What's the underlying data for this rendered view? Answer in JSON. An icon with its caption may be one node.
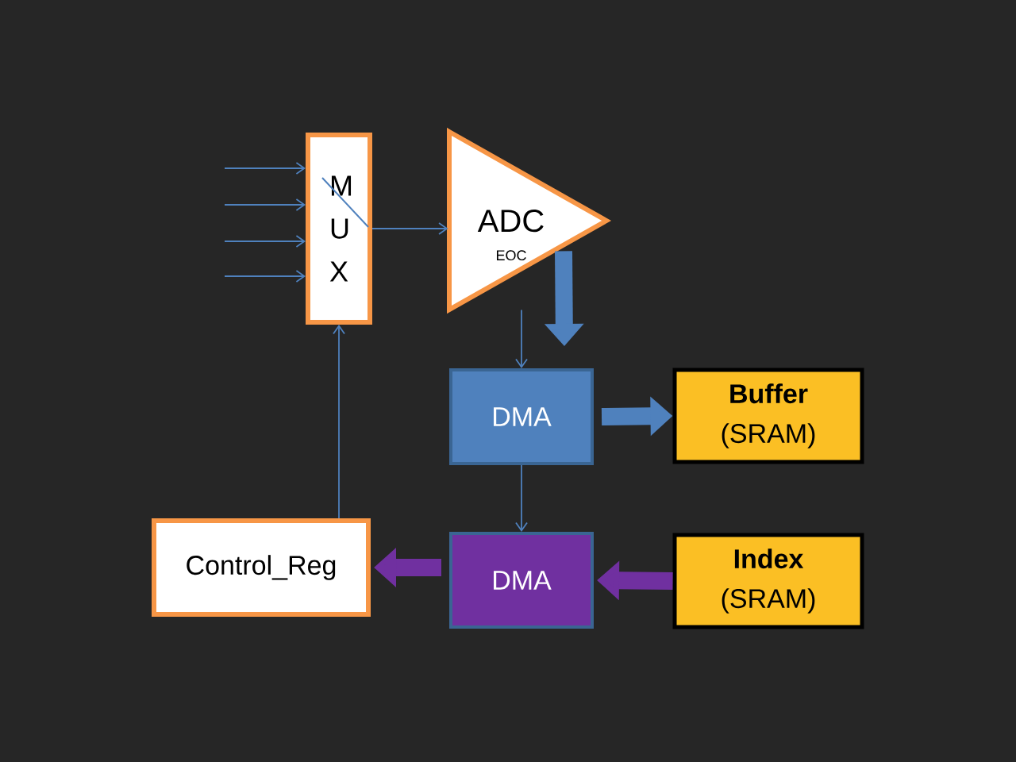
{
  "diagram": {
    "nodes": [
      {
        "text": [
          "M U X"
        ]
      },
      {
        "text": [
          "ADC",
          "EOC"
        ]
      },
      {
        "text": [
          "DMA"
        ]
      },
      {
        "text": [
          "Buffer",
          "(SRAM)"
        ]
      },
      {
        "text": [
          "DMA"
        ]
      },
      {
        "text": [
          "Control_Reg"
        ]
      },
      {
        "text": [
          "Index",
          "(SRAM)"
        ]
      }
    ],
    "edges": [
      {
        "from": null,
        "to": 0,
        "arrow": "to"
      },
      {
        "from": null,
        "to": 0,
        "arrow": "to"
      },
      {
        "from": null,
        "to": 0,
        "arrow": "to"
      },
      {
        "from": null,
        "to": 0,
        "arrow": "to"
      },
      {
        "from": 0,
        "to": 1,
        "arrow": "to"
      },
      {
        "from": 1,
        "to": 2,
        "arrow": "to"
      },
      {
        "from": 1,
        "to": 2,
        "arrow": "to",
        "style": "thick"
      },
      {
        "from": 2,
        "to": 3,
        "arrow": "to",
        "style": "thick"
      },
      {
        "from": 2,
        "to": 4,
        "arrow": "to"
      },
      {
        "from": 6,
        "to": 4,
        "arrow": "to",
        "style": "thick",
        "color": "#7030a0"
      },
      {
        "from": 4,
        "to": 5,
        "arrow": "to",
        "style": "thick",
        "color": "#7030a0"
      },
      {
        "from": 5,
        "to": 0,
        "arrow": "to"
      }
    ]
  }
}
